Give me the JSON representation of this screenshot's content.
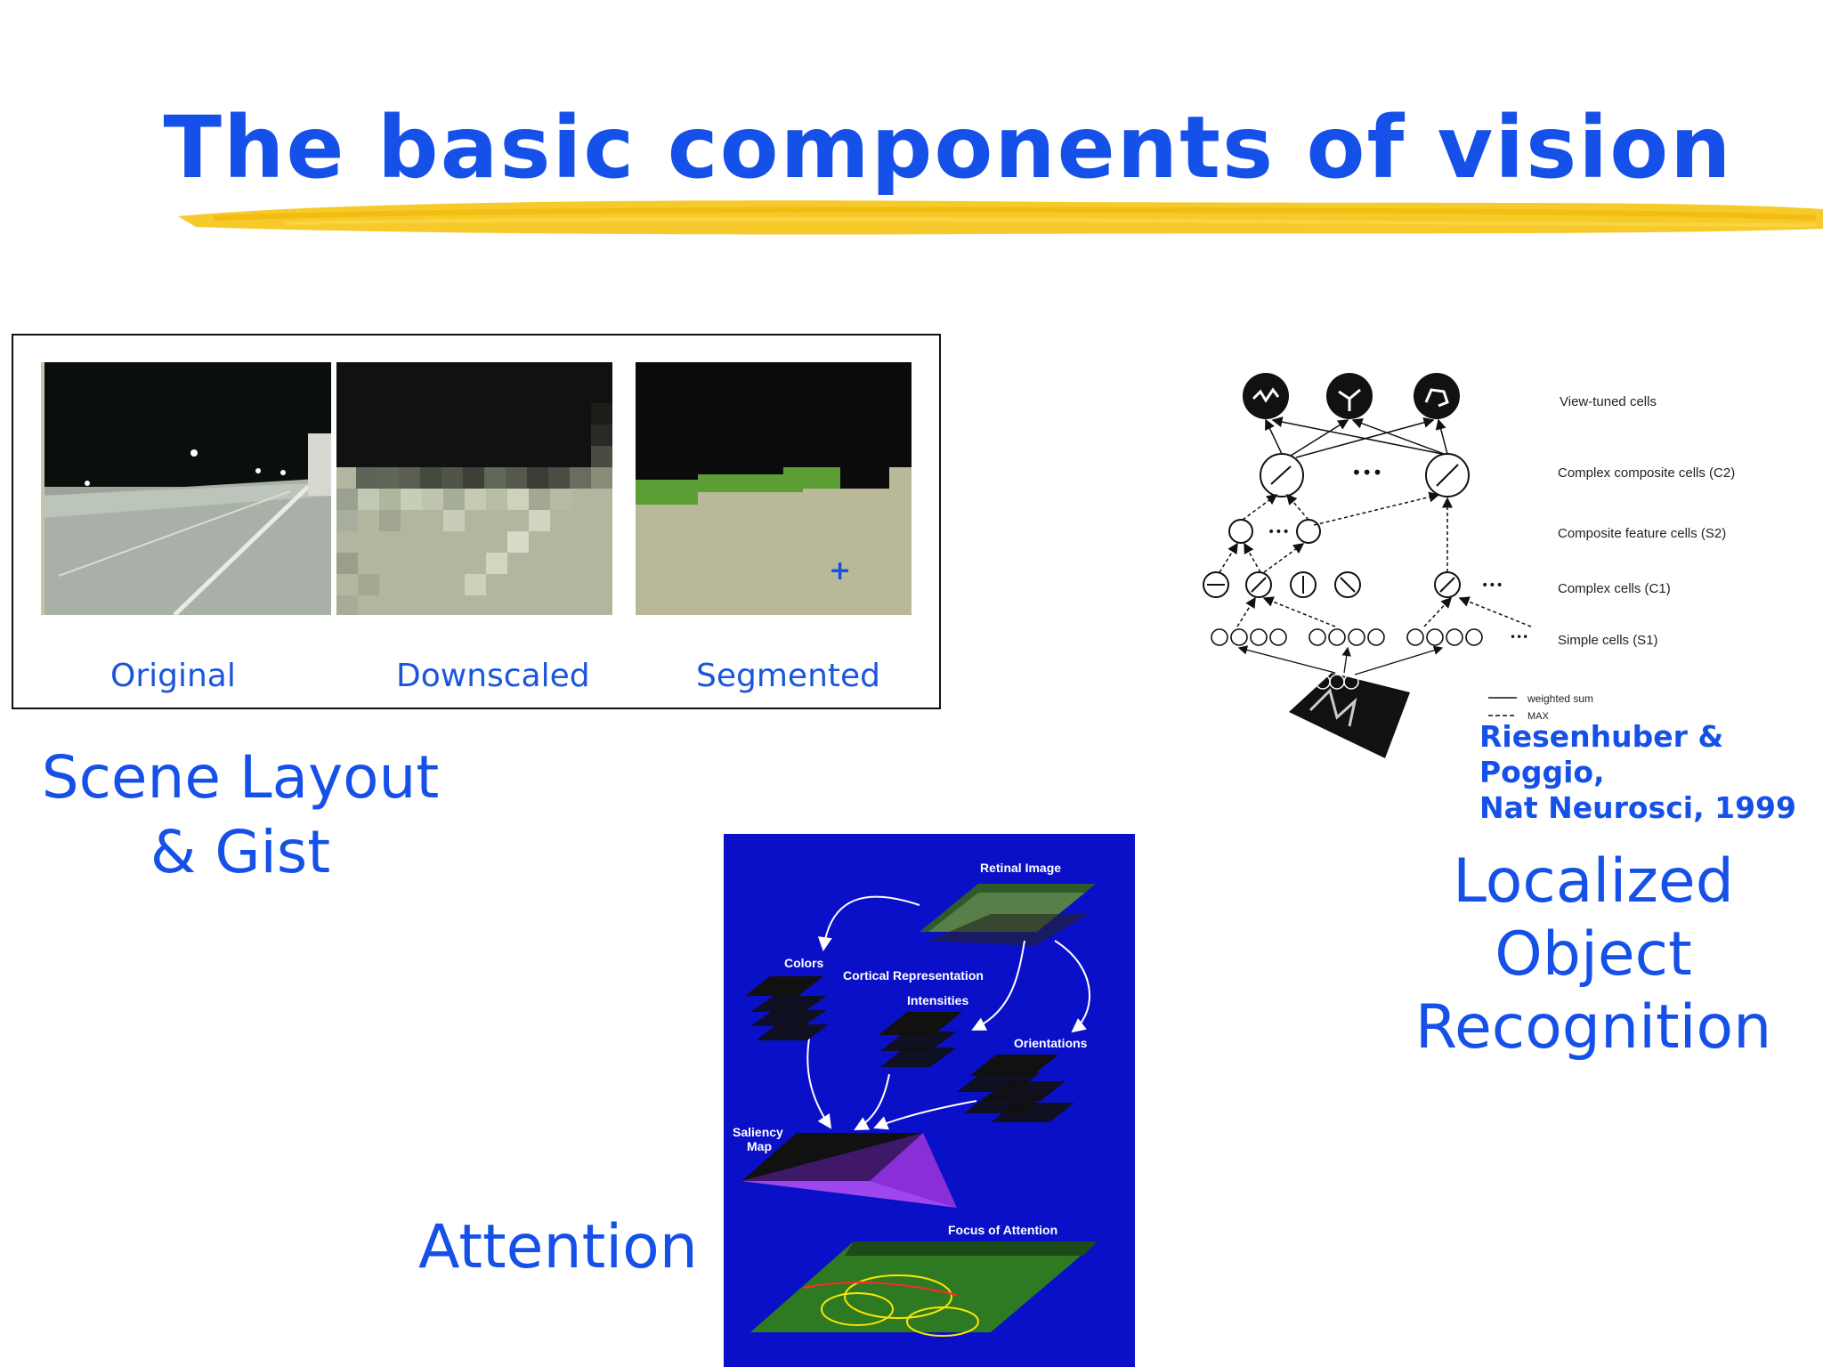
{
  "title": "The basic components of vision",
  "scene": {
    "captions": [
      "Original",
      "Downscaled",
      "Segmented"
    ],
    "label_line1": "Scene Layout",
    "label_line2": "& Gist"
  },
  "hierarchy": {
    "levels": [
      "View-tuned cells",
      "Complex composite cells (C2)",
      "Composite feature cells (S2)",
      "Complex cells (C1)",
      "Simple cells (S1)"
    ],
    "legend": [
      "weighted sum",
      "MAX"
    ],
    "reference_line1": "Riesenhuber & Poggio,",
    "reference_line2": "Nat Neurosci, 1999"
  },
  "recognition": {
    "label_lines": [
      "Localized",
      "Object",
      "Recognition"
    ]
  },
  "attention": {
    "label": "Attention",
    "layers": {
      "retinal": "Retinal Image",
      "colors": "Colors",
      "cortical": "Cortical Representation",
      "intensities": "Intensities",
      "orientations": "Orientations",
      "saliency_line1": "Saliency",
      "saliency_line2": "Map",
      "focus": "Focus of Attention"
    }
  },
  "colors": {
    "title": "#1550e8",
    "highlight": "#f5c518",
    "diagram_bg": "#0a10c8",
    "segment_green": "#5c9e35",
    "segment_ground": "#b9b99a"
  }
}
